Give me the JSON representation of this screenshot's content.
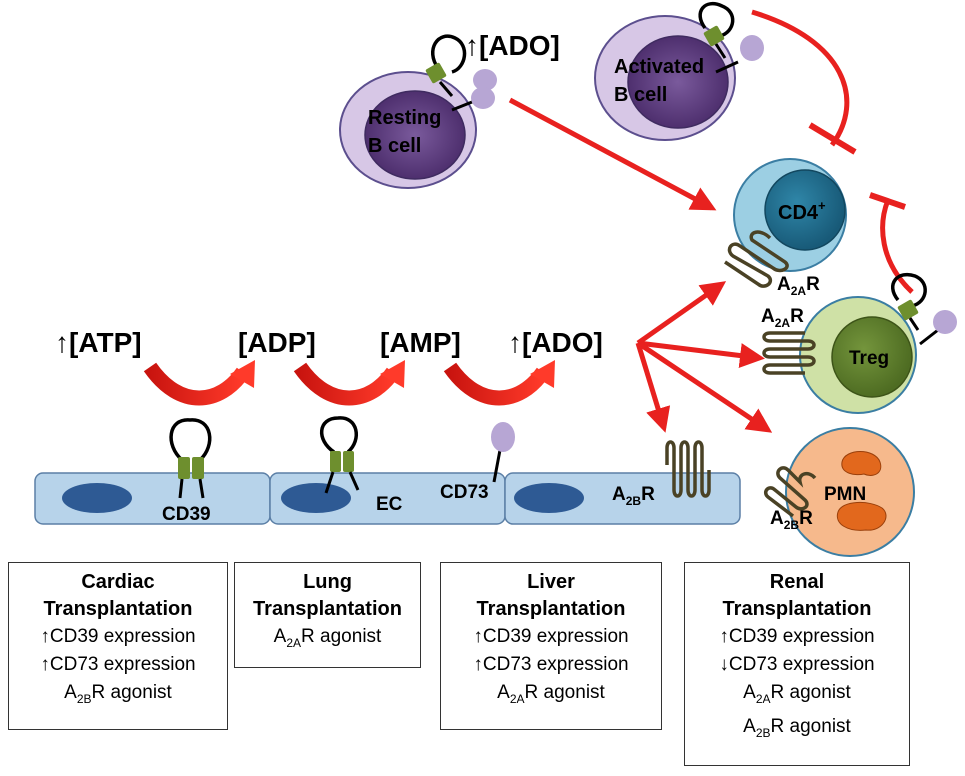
{
  "nucleotides": {
    "atp": {
      "arrow": "↑",
      "text": "[ATP]"
    },
    "adp": {
      "text": "[ADP]"
    },
    "amp": {
      "text": "[AMP]"
    },
    "ado": {
      "arrow": "↑",
      "text": "[ADO]"
    },
    "ado_top": {
      "arrow": "↑",
      "text": "[ADO]"
    }
  },
  "cells": {
    "resting_b": [
      "Resting",
      "B cell"
    ],
    "activated_b": [
      "Activated",
      "B cell"
    ],
    "cd4": {
      "main": "CD4",
      "sup": "+"
    },
    "treg": "Treg",
    "pmn": "PMN"
  },
  "receptors": {
    "a2a_cd4": {
      "base": "A",
      "sub": "2A",
      "tail": "R"
    },
    "a2a_treg": {
      "base": "A",
      "sub": "2A",
      "tail": "R"
    },
    "a2b_pmn": {
      "base": "A",
      "sub": "2B",
      "tail": "R"
    },
    "a2b_ec": {
      "base": "A",
      "sub": "2B",
      "tail": "R"
    }
  },
  "endothelium": {
    "cd39": "CD39",
    "ec": "EC",
    "cd73": "CD73"
  },
  "boxes": [
    {
      "title": [
        "Cardiac",
        "Transplantation"
      ],
      "lines": [
        {
          "pre": "↑",
          "text": "CD39 expression"
        },
        {
          "pre": "↑",
          "text": "CD73 expression"
        },
        {
          "pre": "A",
          "sub": "2B",
          "text": "R agonist"
        }
      ]
    },
    {
      "title": [
        "Lung",
        "Transplantation"
      ],
      "lines": [
        {
          "pre": "A",
          "sub": "2A",
          "text": "R agonist"
        }
      ]
    },
    {
      "title": [
        "Liver",
        "Transplantation"
      ],
      "lines": [
        {
          "pre": "↑",
          "text": "CD39 expression"
        },
        {
          "pre": "↑",
          "text": "CD73 expression"
        },
        {
          "pre": "A",
          "sub": "2A",
          "text": "R agonist"
        }
      ]
    },
    {
      "title": [
        "Renal",
        "Transplantation"
      ],
      "lines": [
        {
          "pre": "↑",
          "text": "CD39 expression"
        },
        {
          "pre": "↓",
          "text": "CD73 expression"
        },
        {
          "pre": "A",
          "sub": "2A",
          "text": "R agonist"
        },
        {
          "pre": "A",
          "sub": "2B",
          "text": "R agonist"
        }
      ]
    }
  ],
  "colors": {
    "arrow_red": "#e8211f",
    "cell_blue": "#b7d3ea",
    "nucleus_blue": "#2e5a94",
    "receptor_olive": "#4a4225",
    "cd39_green": "#6e8f2e",
    "cd73_lavender": "#b7a6d4",
    "b_cell_outer": "#d7c7e6",
    "b_cell_inner": "#5e3f7f",
    "cd4_outer": "#9ccfe3",
    "cd4_inner": "#1f6a8a",
    "treg_outer": "#cfe1a6",
    "treg_inner": "#5a7a2c",
    "pmn_outer": "#f6b98c",
    "pmn_nucleus": "#e2681d"
  }
}
